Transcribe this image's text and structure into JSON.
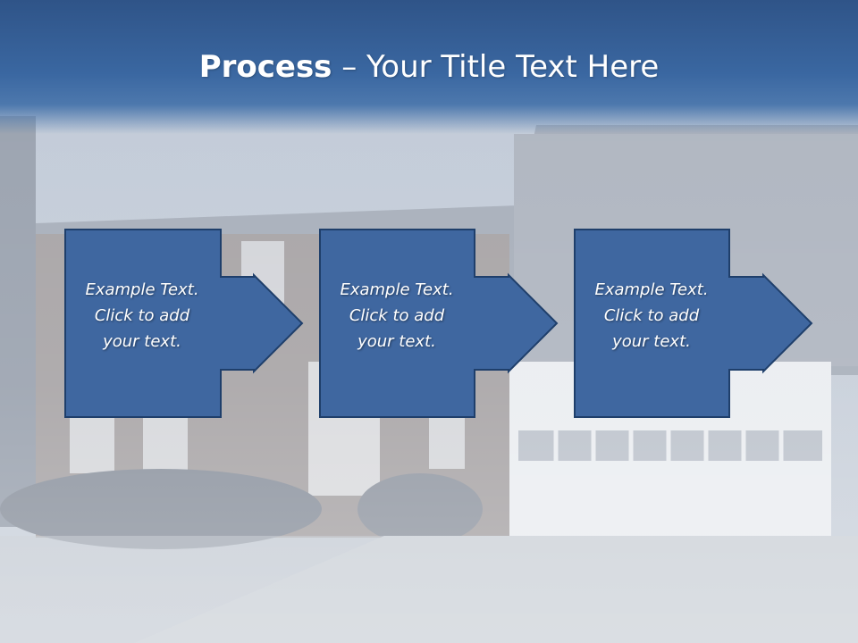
{
  "slide": {
    "title_bold": "Process",
    "title_rest": " – Your Title Text Here"
  },
  "steps": [
    {
      "text": "Example Text.\nClick  to add\nyour text."
    },
    {
      "text": "Example Text.\nClick  to add\nyour text."
    },
    {
      "text": "Example Text.\nClick  to add\nyour text."
    }
  ],
  "colors": {
    "header": "#3a67a1",
    "box_fill": "#3f67a0",
    "box_stroke": "#1f3f6b"
  }
}
